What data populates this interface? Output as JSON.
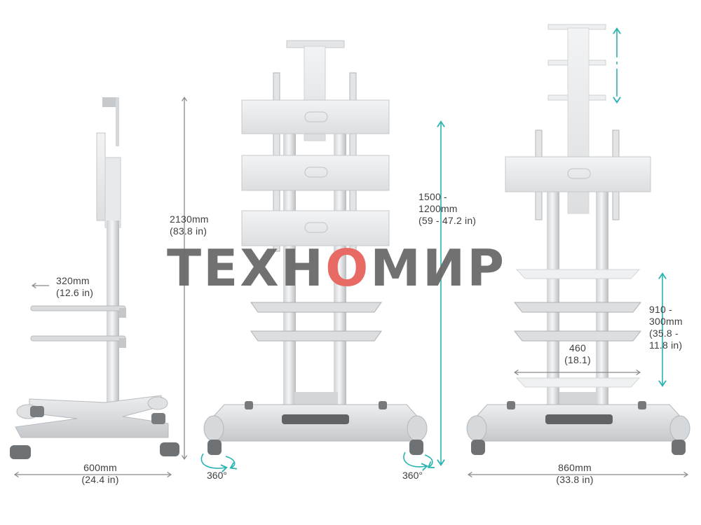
{
  "dimensions": {
    "side_height": {
      "line1": "2130mm",
      "line2": "(83.8 in)"
    },
    "side_depth": {
      "line1": "320mm",
      "line2": "(12.6 in)"
    },
    "side_base": {
      "line1": "600mm",
      "line2": "(24.4 in)"
    },
    "mount_range": {
      "line1": "1500 -",
      "line2": "1200mm",
      "line3": "(59 - 47.2 in)"
    },
    "shelf_range": {
      "line1": "910 -",
      "line2": "300mm",
      "line3": "(35.8 -",
      "line4": "11.8 in)"
    },
    "shelf_width": {
      "line1": "460",
      "line2": "(18.1)"
    },
    "base_width": {
      "line1": "860mm",
      "line2": "(33.8 in)"
    },
    "rotation_left": "360°",
    "rotation_right": "360°"
  },
  "watermark": {
    "part1": "ТЕХН",
    "part2": "О",
    "part3": "МИР"
  },
  "colors": {
    "line": "#8a8a8a",
    "teal": "#2bb3b1",
    "metal": "#d3d5d7",
    "metal_dark": "#b4b7ba",
    "watermark_grey": "#6a6a6a",
    "watermark_red": "#e86a64"
  }
}
